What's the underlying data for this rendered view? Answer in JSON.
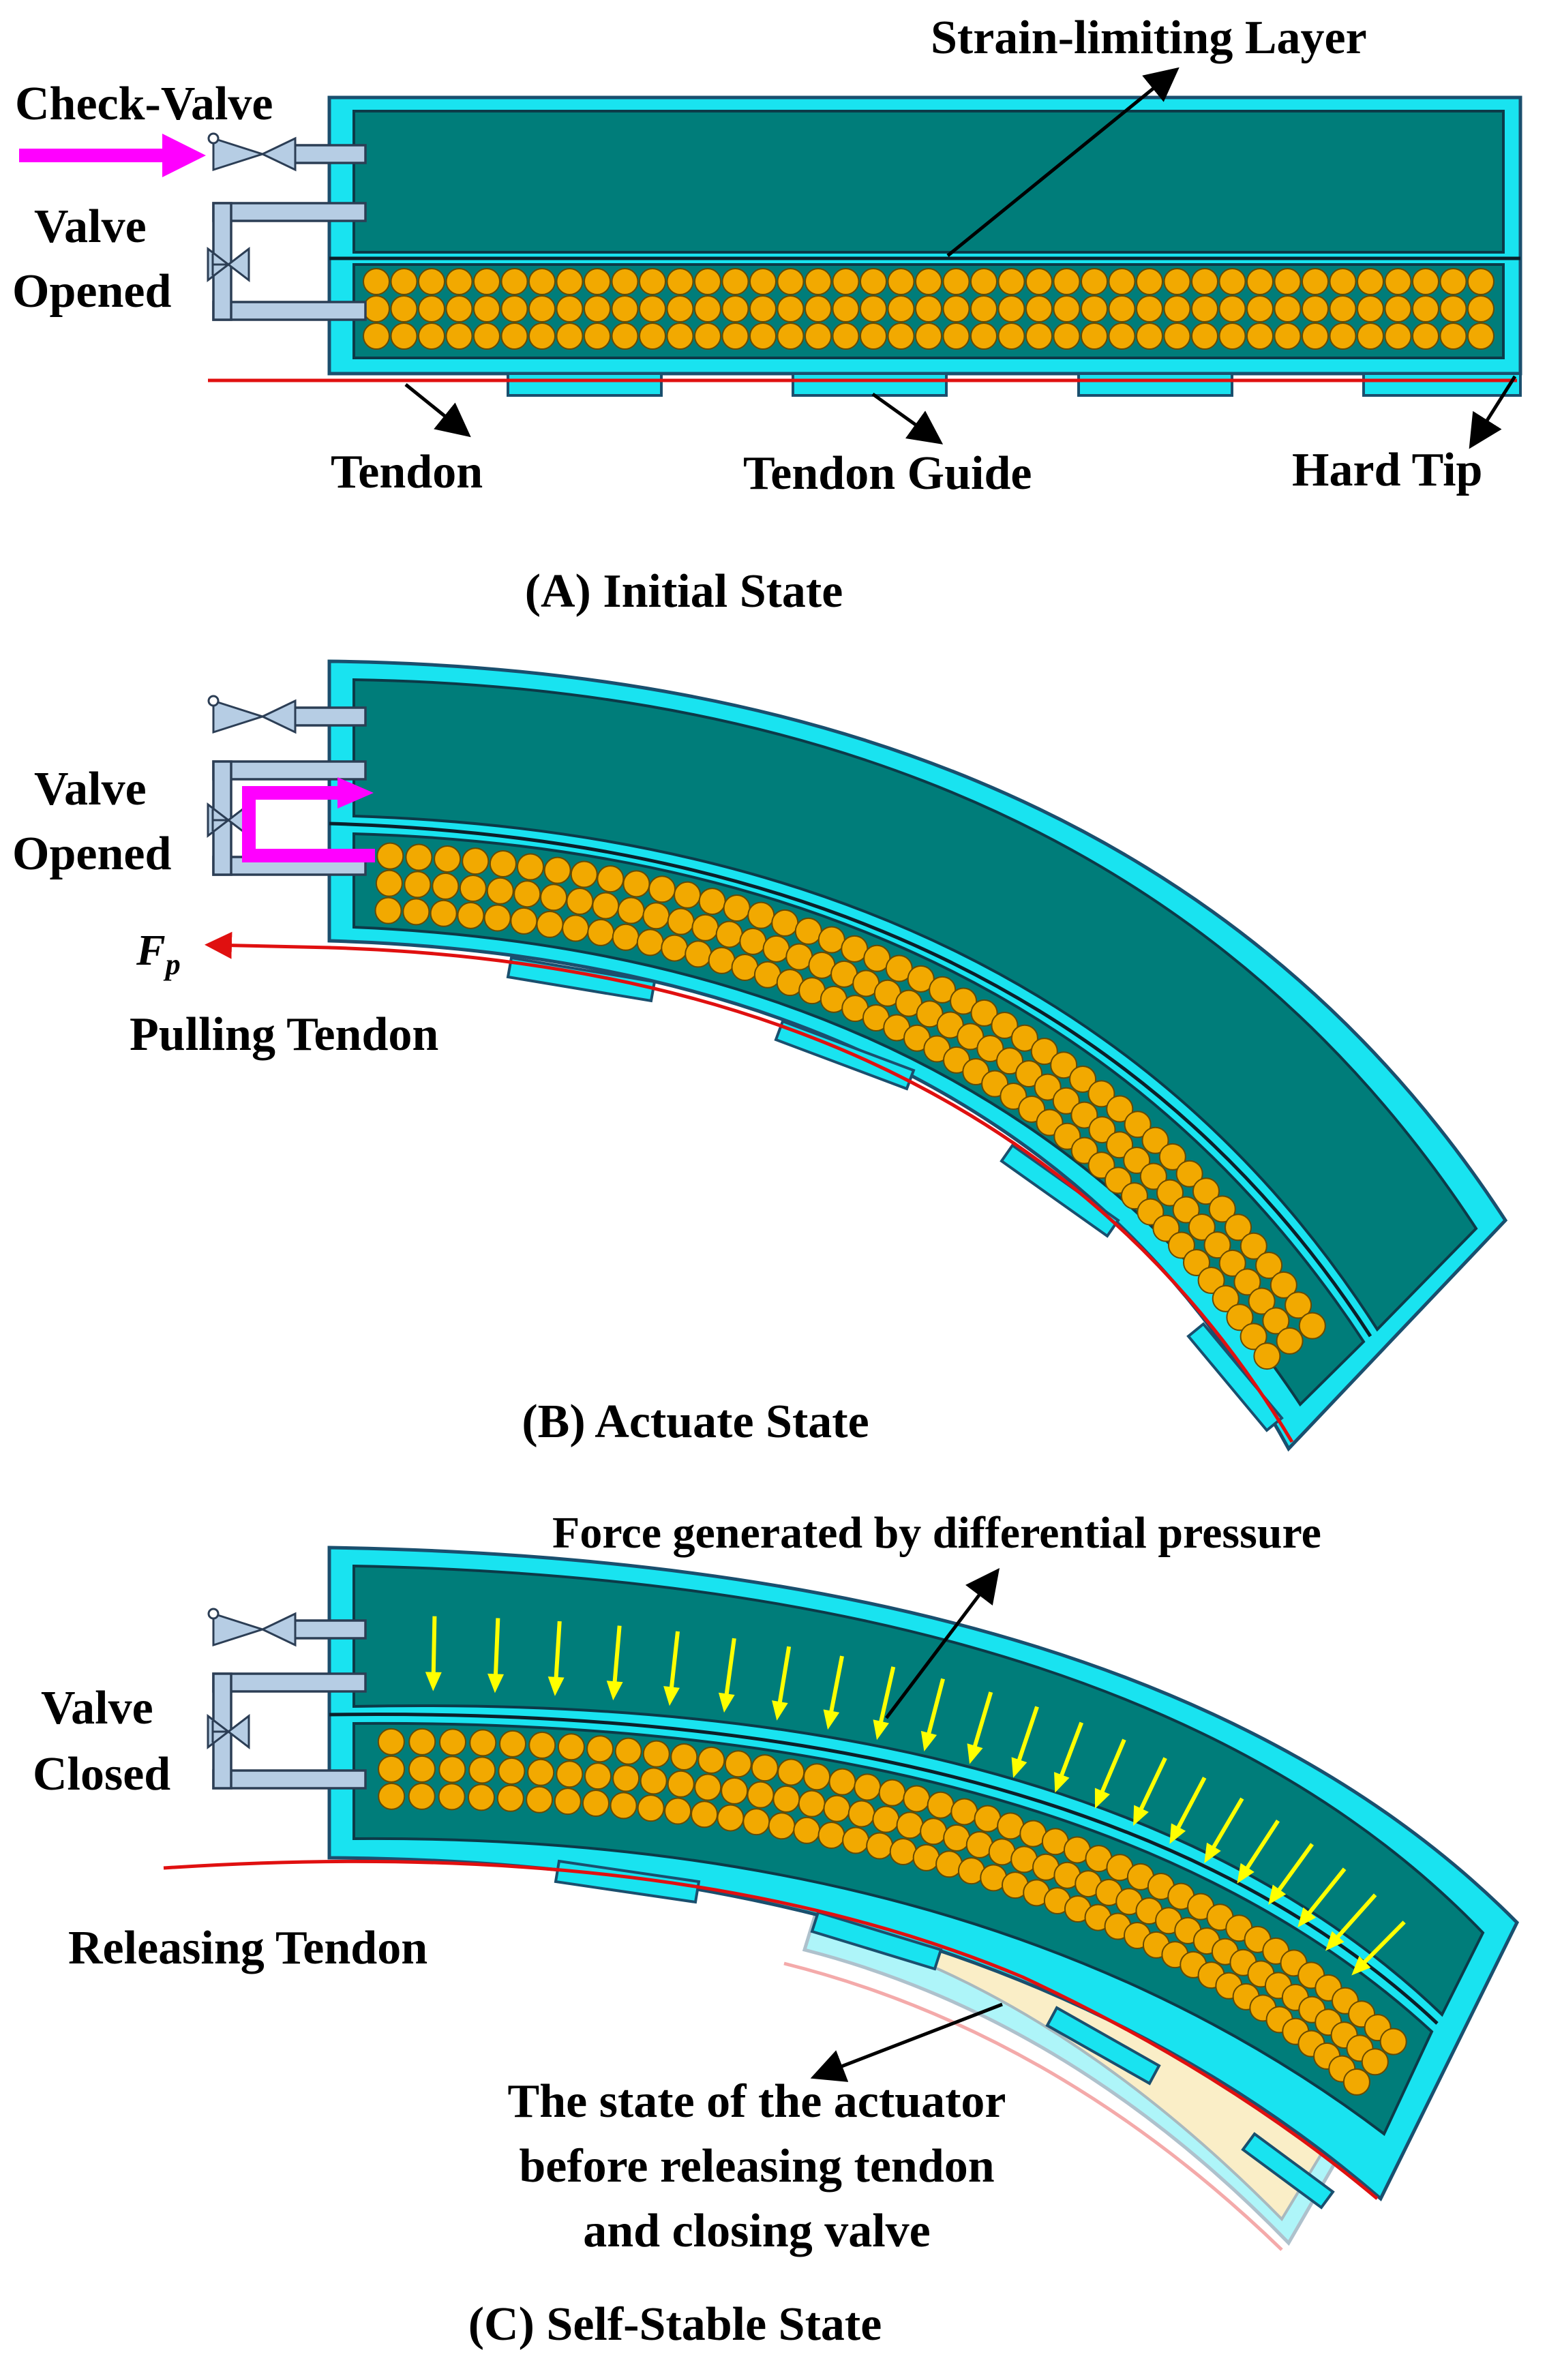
{
  "labels": {
    "check_valve": "Check-Valve",
    "strain_limiting_layer": "Strain-limiting Layer",
    "valve_opened_a_1": "Valve",
    "valve_opened_a_2": "Opened",
    "tendon": "Tendon",
    "tendon_guide": "Tendon Guide",
    "hard_tip": "Hard Tip",
    "valve_opened_b_1": "Valve",
    "valve_opened_b_2": "Opened",
    "force_symbol": "F",
    "force_subscript": "p",
    "pulling_tendon": "Pulling Tendon",
    "force_generated": "Force generated by differential pressure",
    "valve_closed_1": "Valve",
    "valve_closed_2": "Closed",
    "releasing_tendon": "Releasing Tendon",
    "prior_state_1": "The state of the actuator",
    "prior_state_2": "before releasing tendon",
    "prior_state_3": "and closing valve"
  },
  "panels": [
    {
      "caption": "(A) Initial State"
    },
    {
      "caption": "(B) Actuate State"
    },
    {
      "caption": "(C) Self-Stable State"
    }
  ],
  "colors": {
    "shell": "#19e3f0",
    "chamber": "#007d7a",
    "particles": "#f2a900",
    "tendon": "#e01010",
    "flow_arrow": "#ff00ff",
    "force_arrow": "#ffff00",
    "pipe": "#b6cde4"
  },
  "icons": [
    "check-valve-icon",
    "gate-valve-icon",
    "flow-arrow-icon",
    "force-arrow-icon"
  ]
}
